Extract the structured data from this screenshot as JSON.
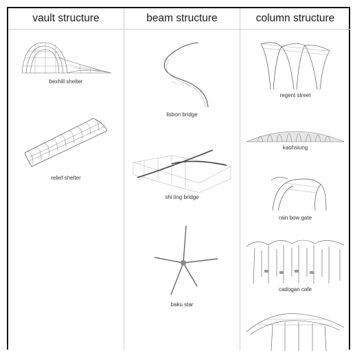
{
  "columns": [
    {
      "header": "vault structure",
      "items": [
        {
          "label": "bexhill shelter",
          "icon": "vault-mesh-icon"
        },
        {
          "label": "relief shelter",
          "icon": "vault-ribs-icon"
        }
      ]
    },
    {
      "header": "beam structure",
      "items": [
        {
          "label": "lisbon bridge",
          "icon": "curved-beam-icon"
        },
        {
          "label": "shi ling bridge",
          "icon": "bridge-icon"
        },
        {
          "label": "baku star",
          "icon": "star-beam-icon"
        }
      ]
    },
    {
      "header": "column structure",
      "items": [
        {
          "label": "regent street",
          "icon": "tree-column-icon"
        },
        {
          "label": "kaohsiung",
          "icon": "dome-canopy-icon"
        },
        {
          "label": "rain bow gate",
          "icon": "arch-gate-icon"
        },
        {
          "label": "cadogan cafe",
          "icon": "column-forest-icon"
        },
        {
          "label": "",
          "icon": "canopy-columns-icon"
        }
      ]
    }
  ]
}
